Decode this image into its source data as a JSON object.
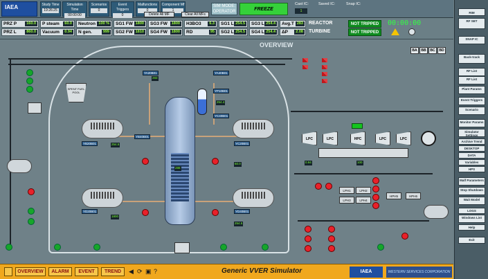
{
  "top": {
    "logo": "IAEA",
    "cells": [
      {
        "label": "Study Time",
        "value": "19:26:25"
      },
      {
        "label": "Simulation Time",
        "value": "00:00:00"
      },
      {
        "label": "Scenarios",
        "value": "0"
      },
      {
        "label": "Event Triggers",
        "value": "0"
      },
      {
        "label": "Malfunctions",
        "value": "0"
      },
      {
        "label": "Component Mf",
        "value": "1"
      }
    ],
    "delete_all_mf": "Delete All MF",
    "clear_all_mfs": "Clear All MFs",
    "mode_line1": "SIM MODE:",
    "mode_line2": "OPERATOR",
    "freeze": "FREEZE",
    "cast_ic_label": "Cast IC:",
    "cast_ic_value": "1",
    "saved_ic_label": "Saved IC:",
    "snap_ic_label": "Snap IC:",
    "clock": "00:00:00"
  },
  "params": {
    "row1": [
      {
        "label": "PRZ P",
        "value": "160.0"
      },
      {
        "label": "P steam",
        "value": "60.0"
      },
      {
        "label": "Neutron",
        "value": "100 %"
      },
      {
        "label": "SG1 FW",
        "value": "1800"
      },
      {
        "label": "SG3 FW",
        "value": "1800"
      },
      {
        "label": "H3BO3",
        "value": "6.3"
      },
      {
        "label": "SG1 L",
        "value": "254.5"
      },
      {
        "label": "SG3 L",
        "value": "254.4"
      },
      {
        "label": "Avg.T",
        "value": "283"
      }
    ],
    "row2": [
      {
        "label": "PRZ L",
        "value": "860.0"
      },
      {
        "label": "Vacuum",
        "value": "0.94"
      },
      {
        "label": "N gen.",
        "value": "999"
      },
      {
        "label": "SG2 FW",
        "value": "1810"
      },
      {
        "label": "SG4 FW",
        "value": "1800"
      },
      {
        "label": "RD",
        "value": "95"
      },
      {
        "label": "SG2 L",
        "value": "254.5"
      },
      {
        "label": "SG4 L",
        "value": "254.4"
      },
      {
        "label": "ΔP",
        "value": "2.08"
      }
    ],
    "reactor_label": "REACTOR",
    "reactor_status": "NOT TRIPPED",
    "turbine_label": "TURBINE",
    "turbine_status": "NOT TRIPPED"
  },
  "diagram": {
    "title": "OVERVIEW",
    "bays": [
      "BA",
      "BB",
      "BC",
      "BD"
    ],
    "spent_fuel_pool": "SPENT FUEL POOL",
    "lpc_labels": [
      "LPC",
      "LPC",
      "HPC",
      "LPC",
      "LPC"
    ],
    "hx_labels": [
      "LPH1",
      "LPH2",
      "LPH3",
      "LPH4",
      "HPH5",
      "HPH6"
    ],
    "tags": [
      "YA20B01",
      "YA40B01",
      "YB20B01",
      "YB40B01",
      "YC20B01",
      "YC40B01",
      "YP10B01",
      "YD20B01",
      "YD40B01"
    ],
    "values": [
      "283",
      "254.4",
      "254.5",
      "60.0",
      "1800",
      "254.5",
      "0.94",
      "100",
      "288"
    ]
  },
  "nav": [
    "RIM",
    "RF SET",
    "SNAP IC",
    "Back-track",
    "RF List",
    "RF List",
    "Plant Params",
    "Event Triggers",
    "Scenario",
    "Monitor Params",
    "Simulator Settings",
    "Archive Trend",
    "DESKTOP",
    "DATA",
    "Variables",
    "HPS",
    "Malf Parameters",
    "Stop Shutdown",
    "Wait Model",
    "LOGS",
    "Windows List",
    "Help",
    "Exit"
  ],
  "bottom": {
    "buttons": [
      "OVERVIEW",
      "ALARM",
      "EVENT",
      "TREND"
    ],
    "simulator_name": "Generic VVER Simulator",
    "iaea": "IAEA",
    "corp": "WESTERN SERVICES CORPORATION"
  }
}
